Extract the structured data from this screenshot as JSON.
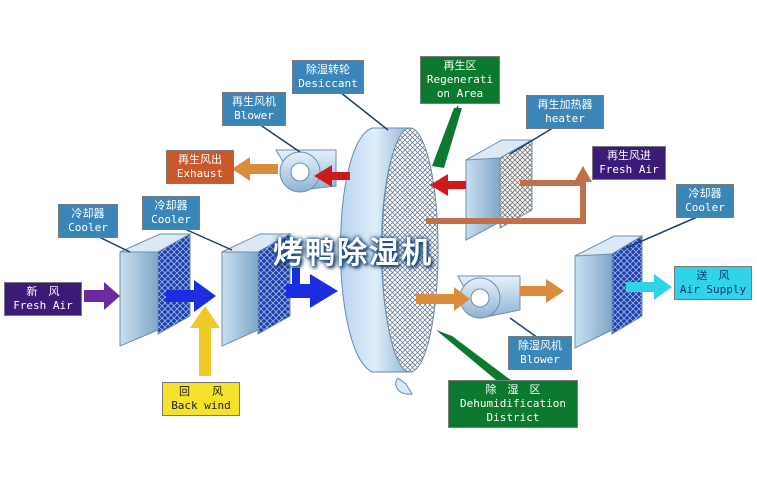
{
  "watermark": "烤鸭除湿机",
  "labels": {
    "fresh_air_in": {
      "cn": "新　风",
      "en": "Fresh Air"
    },
    "cooler_1": {
      "cn": "冷却器",
      "en": "Cooler"
    },
    "cooler_2": {
      "cn": "冷却器",
      "en": "Cooler"
    },
    "cooler_3": {
      "cn": "冷却器",
      "en": "Cooler"
    },
    "exhaust": {
      "cn": "再生风出",
      "en": "Exhaust"
    },
    "blower_regen": {
      "cn": "再生风机",
      "en": "Blower"
    },
    "desiccant": {
      "cn": "除湿转轮",
      "en": "Desiccant"
    },
    "regen_area": {
      "cn": "再生区",
      "en1": "Regenerati",
      "en2": "on Area"
    },
    "heater": {
      "cn": "再生加热器",
      "en": "heater"
    },
    "regen_fresh_air": {
      "cn": "再生风进",
      "en": "Fresh Air"
    },
    "air_supply": {
      "cn": "送　风",
      "en": "Air Supply"
    },
    "blower_dehum": {
      "cn": "除湿风机",
      "en": "Blower"
    },
    "back_wind": {
      "cn": "回　　风",
      "en": "Back wind"
    },
    "dehum_district": {
      "cn": "除　湿　区",
      "en1": "Dehumidification",
      "en2": "District"
    }
  },
  "colors": {
    "label_steel": "#3b86b8",
    "label_orange": "#c9582a",
    "label_purple": "#3b1a78",
    "label_cyan": "#2fd4ea",
    "label_yellow": "#f7e22b",
    "label_green": "#0b7a2e",
    "arrow_blue": "#1a2ee0",
    "arrow_orange": "#d98c3a",
    "arrow_red": "#cc1a1a",
    "arrow_purple": "#6a2aa0",
    "arrow_yellow": "#f0c828"
  }
}
